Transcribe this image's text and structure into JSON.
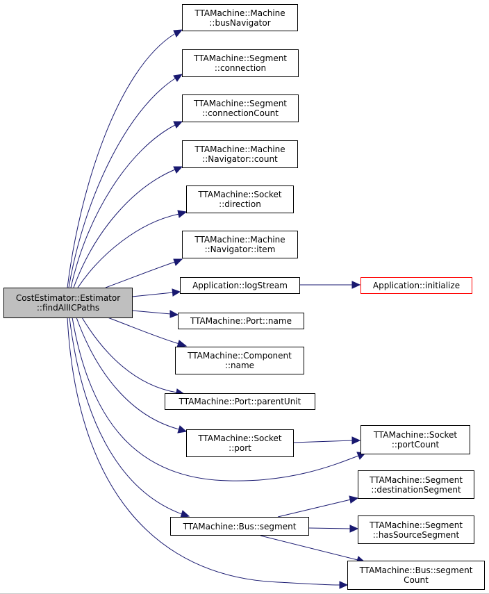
{
  "colors": {
    "edge": "#191970",
    "root_fill": "#bfbfbf",
    "external_border": "#ff0000",
    "node_border": "#000000"
  },
  "nodes": {
    "root": {
      "line1": "CostEstimator::Estimator",
      "line2": "::findAllICPaths"
    },
    "busNavigator": {
      "line1": "TTAMachine::Machine",
      "line2": "::busNavigator"
    },
    "connection": {
      "line1": "TTAMachine::Segment",
      "line2": "::connection"
    },
    "connectionCount": {
      "line1": "TTAMachine::Segment",
      "line2": "::connectionCount"
    },
    "navCount": {
      "line1": "TTAMachine::Machine",
      "line2": "::Navigator::count"
    },
    "direction": {
      "line1": "TTAMachine::Socket",
      "line2": "::direction"
    },
    "navItem": {
      "line1": "TTAMachine::Machine",
      "line2": "::Navigator::item"
    },
    "logStream": {
      "line1": "Application::logStream"
    },
    "initialize": {
      "line1": "Application::initialize"
    },
    "portName": {
      "line1": "TTAMachine::Port::name"
    },
    "componentName": {
      "line1": "TTAMachine::Component",
      "line2": "::name"
    },
    "parentUnit": {
      "line1": "TTAMachine::Port::parentUnit"
    },
    "socketPort": {
      "line1": "TTAMachine::Socket",
      "line2": "::port"
    },
    "portCount": {
      "line1": "TTAMachine::Socket",
      "line2": "::portCount"
    },
    "destSegment": {
      "line1": "TTAMachine::Segment",
      "line2": "::destinationSegment"
    },
    "busSegment": {
      "line1": "TTAMachine::Bus::segment"
    },
    "hasSource": {
      "line1": "TTAMachine::Segment",
      "line2": "::hasSourceSegment"
    },
    "segmentCount": {
      "line1": "TTAMachine::Bus::segment",
      "line2": "Count"
    }
  }
}
